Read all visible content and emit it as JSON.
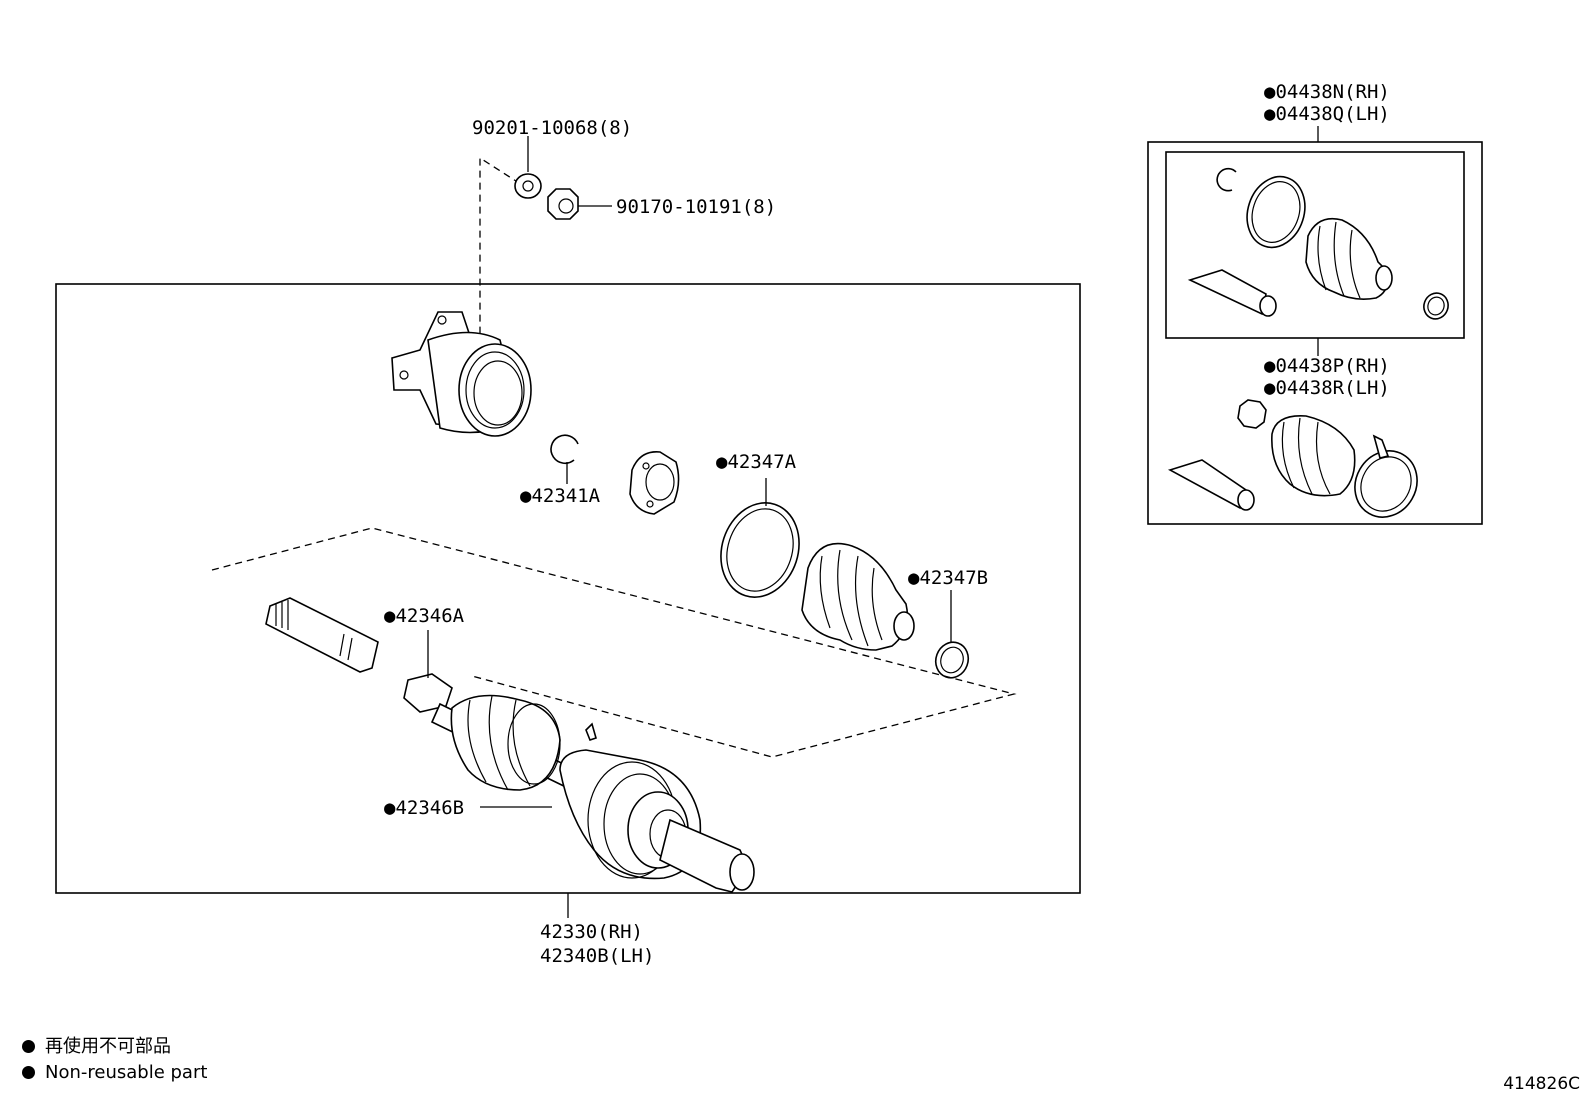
{
  "labels": {
    "bolt": "90201-10068(8)",
    "nut": "90170-10191(8)",
    "snap_ring": "●42341A",
    "boot_clamp_a": "●42347A",
    "boot_clamp_b": "●42347B",
    "clamp_46a": "●42346A",
    "boot_46b": "●42346B",
    "shaft_rh": "42330(RH)",
    "shaft_lh": "42340B(LH)",
    "kit_n_rh": "●04438N(RH)",
    "kit_q_lh": "●04438Q(LH)",
    "kit_p_rh": "●04438P(RH)",
    "kit_r_lh": "●04438R(LH)"
  },
  "legend": {
    "jp": "再使用不可部品",
    "en": "Non-reusable part"
  },
  "reference": "414826C",
  "icons": [
    "non-reusable-dot-icon"
  ]
}
